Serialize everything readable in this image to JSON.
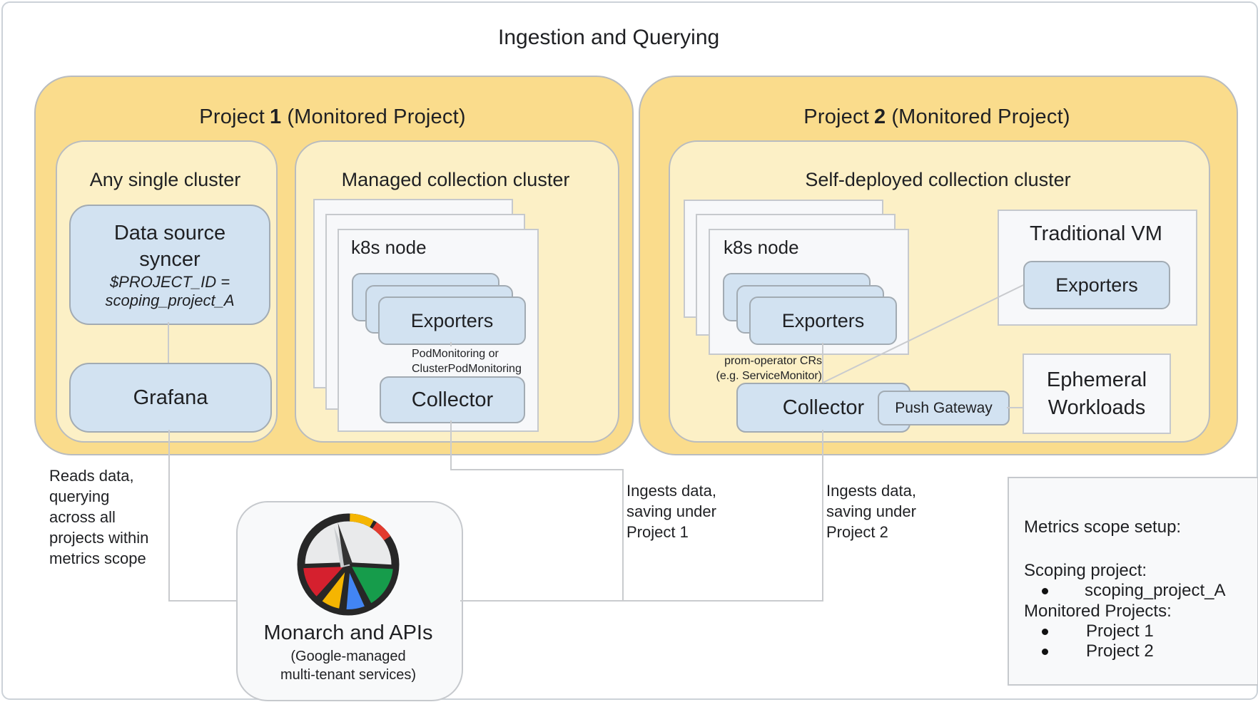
{
  "title": "Ingestion and Querying",
  "colors": {
    "project_fill": "#fadc8c",
    "cluster_fill": "#fcf0c6",
    "component_blue": "#d2e2f1",
    "neutral_box": "#f7f8fa",
    "connector": "#c9cbce",
    "gauge_red": "#e23b2e",
    "gauge_yellow": "#f5b501",
    "gauge_blue": "#4285f4",
    "gauge_green": "#169c4b"
  },
  "project1": {
    "name_prefix": "Project",
    "number": "1",
    "name_suffix": "(Monitored Project)",
    "any_cluster": {
      "title": "Any single cluster",
      "syncer": {
        "line1": "Data source",
        "line2": "syncer",
        "param1": "$PROJECT_ID =",
        "param2": "scoping_project_A"
      },
      "grafana": "Grafana"
    },
    "managed_cluster": {
      "title": "Managed collection cluster",
      "node_label": "k8s node",
      "exporters": "Exporters",
      "note_line1": "PodMonitoring or",
      "note_line2": "ClusterPodMonitoring",
      "collector": "Collector"
    }
  },
  "project2": {
    "name_prefix": "Project",
    "number": "2",
    "name_suffix": "(Monitored Project)",
    "self_deployed": {
      "title": "Self-deployed collection cluster",
      "node_label": "k8s node",
      "exporters": "Exporters",
      "note_line1": "prom-operator CRs",
      "note_line2": "(e.g. ServiceMonitor)",
      "collector": "Collector",
      "push_gateway": "Push Gateway"
    },
    "traditional_vm": {
      "title": "Traditional VM",
      "exporters": "Exporters"
    },
    "ephemeral": {
      "line1": "Ephemeral",
      "line2": "Workloads"
    }
  },
  "monarch": {
    "title": "Monarch and APIs",
    "subtitle1": "(Google-managed",
    "subtitle2": "multi-tenant services)"
  },
  "annotations": {
    "reads": [
      "Reads data,",
      "querying",
      "across all",
      "projects within",
      "metrics scope"
    ],
    "ingest1": [
      "Ingests data,",
      "saving under",
      "Project 1"
    ],
    "ingest2": [
      "Ingests data,",
      "saving under",
      "Project 2"
    ]
  },
  "metrics_scope": {
    "title": "Metrics scope setup:",
    "scoping_label": "Scoping project:",
    "scoping_value": "scoping_project_A",
    "monitored_label": "Monitored Projects:",
    "monitored_values": [
      "Project 1",
      "Project 2"
    ]
  }
}
